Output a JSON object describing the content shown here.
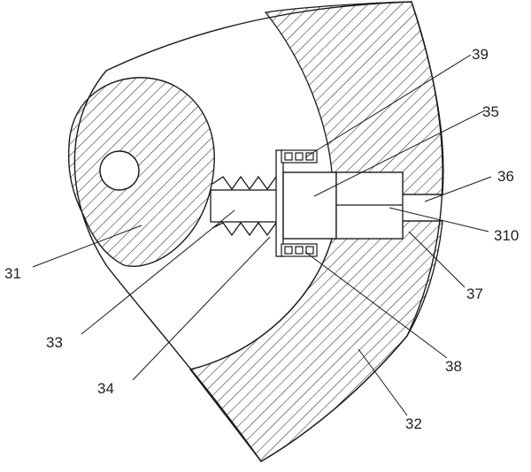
{
  "figure": {
    "labels": {
      "l31": "31",
      "l32": "32",
      "l33": "33",
      "l34": "34",
      "l35": "35",
      "l36": "36",
      "l37": "37",
      "l38": "38",
      "l39": "39",
      "l310": "310"
    },
    "colors": {
      "line": "#1a1a1a",
      "hatch": "#2a2a2a",
      "background": "#ffffff"
    }
  }
}
